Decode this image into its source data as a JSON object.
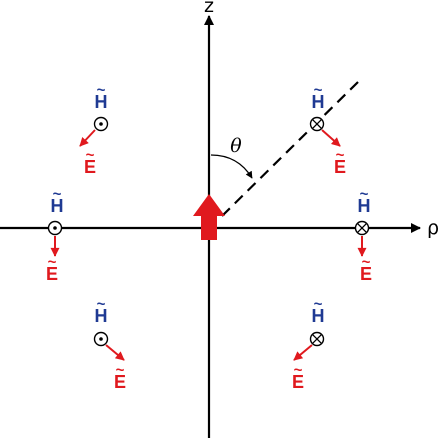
{
  "axes": {
    "vertical_label": "z",
    "horizontal_label": "ρ"
  },
  "angle_label": "θ",
  "field_symbols": {
    "h": "H",
    "e": "E",
    "tilde": "~"
  },
  "colors": {
    "axis": "#000000",
    "h_field": "#1f3a93",
    "e_field": "#e0191e",
    "dipole": "#e0191e"
  },
  "marker_types": {
    "out_of_page": "dot-circle-icon",
    "into_page": "cross-circle-icon"
  }
}
